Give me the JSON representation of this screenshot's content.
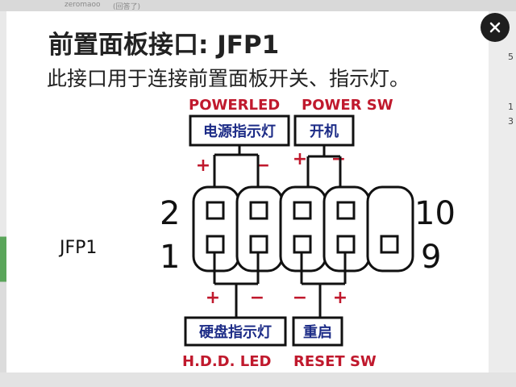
{
  "background": {
    "top_fragment_1": "zeromaoo",
    "top_fragment_2": "(回答了)",
    "right_glyph_1": "5",
    "right_glyph_2": "1",
    "right_glyph_3": "3"
  },
  "title": "前置面板接口: JFP1",
  "subtitle": "此接口用于连接前置面板开关、指示灯。",
  "close_icon": "×",
  "connector": {
    "name": "JFP1",
    "pin_top_left": "2",
    "pin_bottom_left": "1",
    "pin_top_right": "10",
    "pin_bottom_right": "9"
  },
  "top_labels": {
    "power_led_en": "POWERLED",
    "power_sw_en": "POWER SW",
    "power_led_cn": "电源指示灯",
    "power_sw_cn": "开机",
    "plus_1": "+",
    "minus_1": "−",
    "plus_2": "+",
    "minus_2": "−"
  },
  "bottom_labels": {
    "hdd_led_cn": "硬盘指示灯",
    "reset_cn": "重启",
    "hdd_led_en": "H.D.D. LED",
    "reset_sw_en": "RESET SW",
    "plus_1": "+",
    "minus_1": "−",
    "minus_2": "−",
    "plus_2": "+"
  },
  "colors": {
    "red": "#c0192d",
    "blue": "#1d2c87",
    "black": "#111111"
  }
}
